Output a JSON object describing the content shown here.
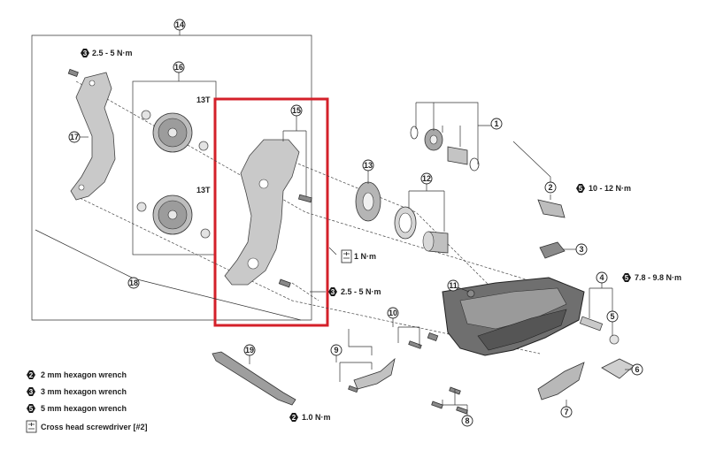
{
  "callouts": {
    "c1": "1",
    "c2": "2",
    "c3": "3",
    "c4": "4",
    "c5": "5",
    "c6": "6",
    "c7": "7",
    "c8": "8",
    "c9": "9",
    "c10": "10",
    "c11": "11",
    "c12": "12",
    "c13": "13",
    "c14": "14",
    "c15": "15",
    "c16": "16",
    "c17": "17",
    "c18": "18",
    "c19": "19"
  },
  "pulley_labels": {
    "top": "13T",
    "bottom": "13T"
  },
  "torques": {
    "top_left": {
      "badge": "3",
      "text": "2.5 - 5 N·m"
    },
    "screw": {
      "text": "1 N·m"
    },
    "cage_bolt": {
      "badge": "3",
      "text": "2.5 - 5 N·m"
    },
    "b_bolt": {
      "badge": "5",
      "text": "10 - 12 N·m"
    },
    "axle": {
      "badge": "5",
      "text": "7.8 - 9.8 N·m"
    },
    "bottom": {
      "badge": "2",
      "text": "1.0 N·m"
    }
  },
  "legend": [
    {
      "badge": "2",
      "text": "2 mm hexagon wrench"
    },
    {
      "badge": "3",
      "text": "3 mm hexagon wrench"
    },
    {
      "badge": "5",
      "text": "5 mm hexagon wrench"
    },
    {
      "badge": "screw",
      "text": "Cross head screwdriver [#2]"
    }
  ],
  "colors": {
    "highlight": "#d4202a",
    "badge": "#1a1a1a"
  }
}
